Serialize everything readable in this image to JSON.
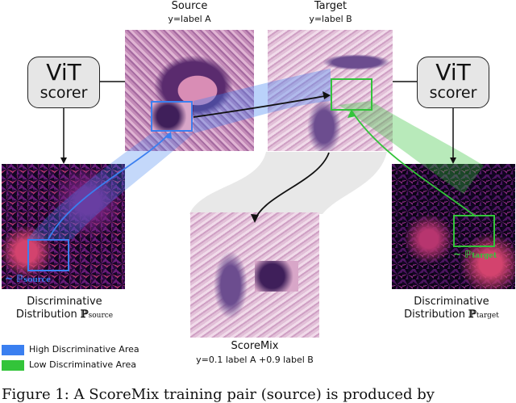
{
  "source": {
    "title": "Source",
    "label": "y=label A"
  },
  "target": {
    "title": "Target",
    "label": "y=label B"
  },
  "scorer_left": {
    "line1": "ViT",
    "line2": "scorer"
  },
  "scorer_right": {
    "line1": "ViT",
    "line2": "scorer"
  },
  "dist_source": {
    "line1": "Discriminative",
    "line2": "Distribution",
    "symbol": "ℙ",
    "subscript": "source",
    "overlay": "~ ℙ",
    "overlay_sub": "source"
  },
  "dist_target": {
    "line1": "Discriminative",
    "line2": "Distribution",
    "symbol": "ℙ",
    "subscript": "target",
    "overlay": "~ ℙ",
    "overlay_sub": "target"
  },
  "scoremix": {
    "title": "ScoreMix",
    "label": "y=0.1 label A +0.9 label B"
  },
  "legend": [
    {
      "label": "High Discriminative Area",
      "color": "#3a7ff0"
    },
    {
      "label": "Low Discriminative Area",
      "color": "#33c43a"
    }
  ],
  "colors": {
    "high": "#3a7ff0",
    "low": "#33c43a",
    "box_fill": "#e6e6e6",
    "tissue_pink": "#d9a8cc",
    "tissue_purple": "#6a3a7e"
  },
  "caption": "Figure 1: A ScoreMix training pair (source) is produced by"
}
